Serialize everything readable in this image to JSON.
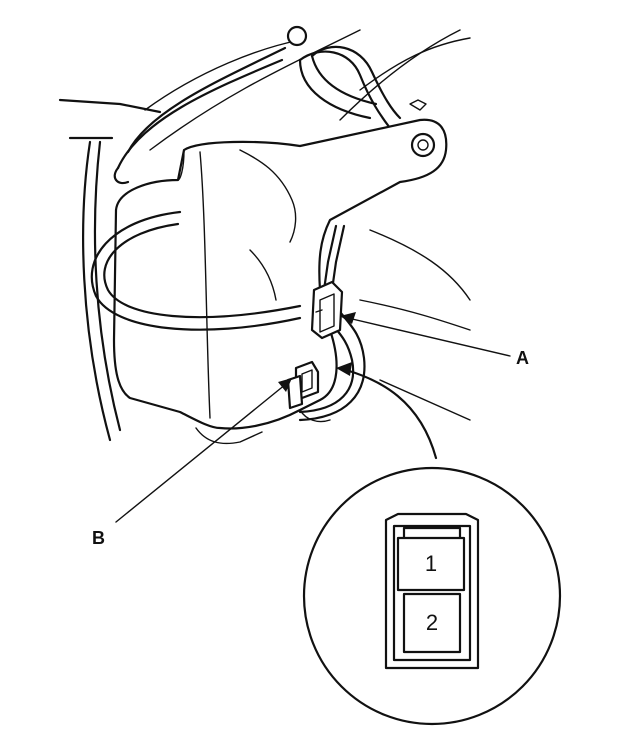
{
  "callouts": {
    "a": "A",
    "b": "B"
  },
  "connector_view": {
    "pins": [
      "1",
      "2"
    ]
  },
  "colors": {
    "ink": "#111111",
    "background": "#ffffff"
  }
}
